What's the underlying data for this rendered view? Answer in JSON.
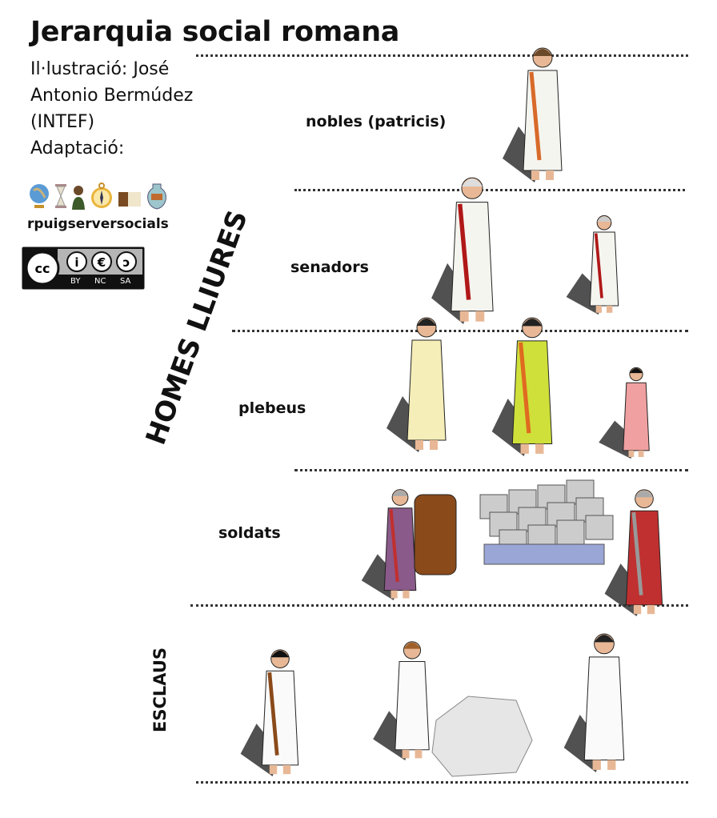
{
  "title": "Jerarquia social romana",
  "credits": [
    "Il·lustració: José",
    "Antonio Bermúdez",
    "(INTEF)",
    "Adaptació:"
  ],
  "brand": "rpuigserversocials",
  "license": {
    "icon": "cc-by-nc-sa-badge",
    "parts": [
      "BY",
      "NC",
      "SA"
    ]
  },
  "brand_icons": [
    "globe-icon",
    "hourglass-icon",
    "portrait-icon",
    "compass-icon",
    "book-icon",
    "amphora-icon"
  ],
  "group_free": "HOMES LLIURES",
  "group_slaves": "ESCLAUS",
  "classes": [
    {
      "label": "nobles (patricis)"
    },
    {
      "label": "senadors"
    },
    {
      "label": "plebeus"
    },
    {
      "label": "soldats"
    }
  ]
}
